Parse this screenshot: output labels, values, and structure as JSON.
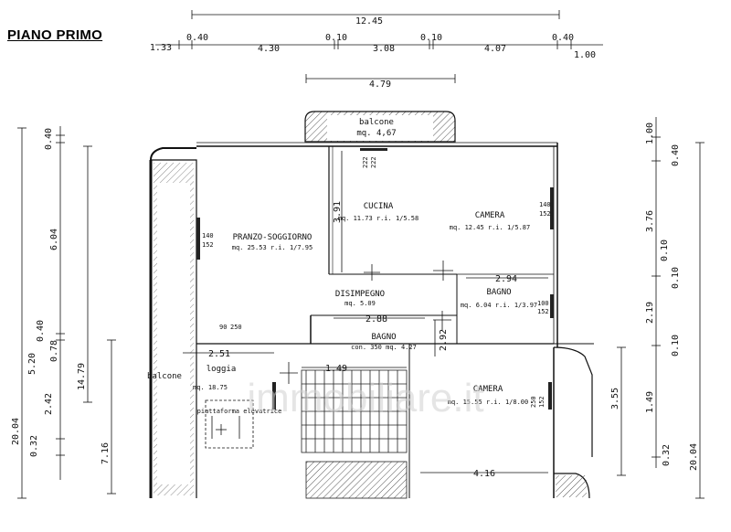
{
  "title": "PIANO PRIMO",
  "watermark": "immobiliare.it",
  "dimensions": {
    "top_total": "12.45",
    "top_segments": [
      "1.33",
      "0.40",
      "4.30",
      "0.10",
      "3.08",
      "0.10",
      "4.07",
      "0.40",
      "1.00"
    ],
    "balcony_width": "4.79",
    "left_outer": [
      "0.40",
      "6.04",
      "0.40",
      "5.20",
      "2.42",
      "0.32"
    ],
    "left_mid": [
      "14.79",
      "7.16",
      "0.78"
    ],
    "left_total": "20.04",
    "right_col1": [
      "1.00",
      "3.76",
      "0.10",
      "2.19",
      "1.49",
      "0.32"
    ],
    "right_col2": [
      "0.40",
      "0.10",
      "0.10"
    ],
    "right_total": "20.04",
    "right_extra": "3.55",
    "interior": [
      "3.91",
      "2.94",
      "2.88",
      "2.92",
      "2.51",
      "1.49",
      "4.16"
    ]
  },
  "rooms": [
    {
      "name": "balcone",
      "area": "mq. 4,67"
    },
    {
      "name": "CUCINA",
      "area": "mq. 11.73 r.i. 1/5.58"
    },
    {
      "name": "CAMERA",
      "area": "mq. 12.45 r.i. 1/5.87"
    },
    {
      "name": "PRANZO-SOGGIORNO",
      "area": "mq. 25.53 r.i. 1/7.95"
    },
    {
      "name": "DISIMPEGNO",
      "area": "mq. 5.09"
    },
    {
      "name": "BAGNO",
      "area": "mq. 6.04 r.i. 1/3.97"
    },
    {
      "name": "BAGNO",
      "area": "con. 350 mq. 4.27"
    },
    {
      "name": "loggia",
      "area": "mq. 18.75"
    },
    {
      "name": "balcone",
      "area": ""
    },
    {
      "name": "CAMERA",
      "area": "mq. 15.55 r.i. 1/8.00"
    },
    {
      "name": "piattaforma elevatrice",
      "area": ""
    }
  ],
  "window_tags": [
    {
      "a": "140",
      "b": "152"
    },
    {
      "a": "140",
      "b": "152"
    },
    {
      "a": "100",
      "b": "152"
    },
    {
      "a": "90",
      "b": "250"
    },
    {
      "a": "222",
      "b": "222"
    },
    {
      "a": "250",
      "b": "152"
    }
  ]
}
